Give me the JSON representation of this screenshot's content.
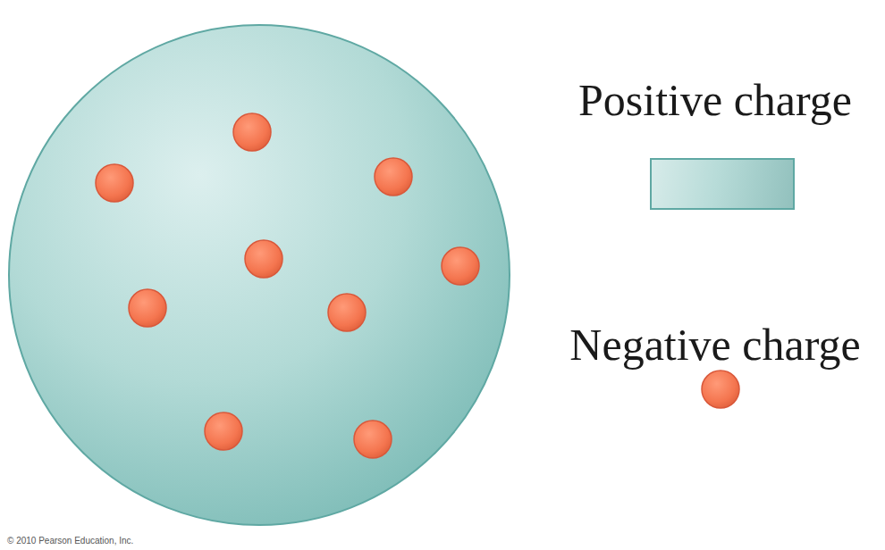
{
  "diagram": {
    "labels": [
      "© 2010 Pearson Education, Inc."
    ],
    "legend": [
      {
        "text": "Positive charge",
        "color": "#a6d3cf"
      },
      {
        "text": "Negative charge"
      }
    ]
  }
}
